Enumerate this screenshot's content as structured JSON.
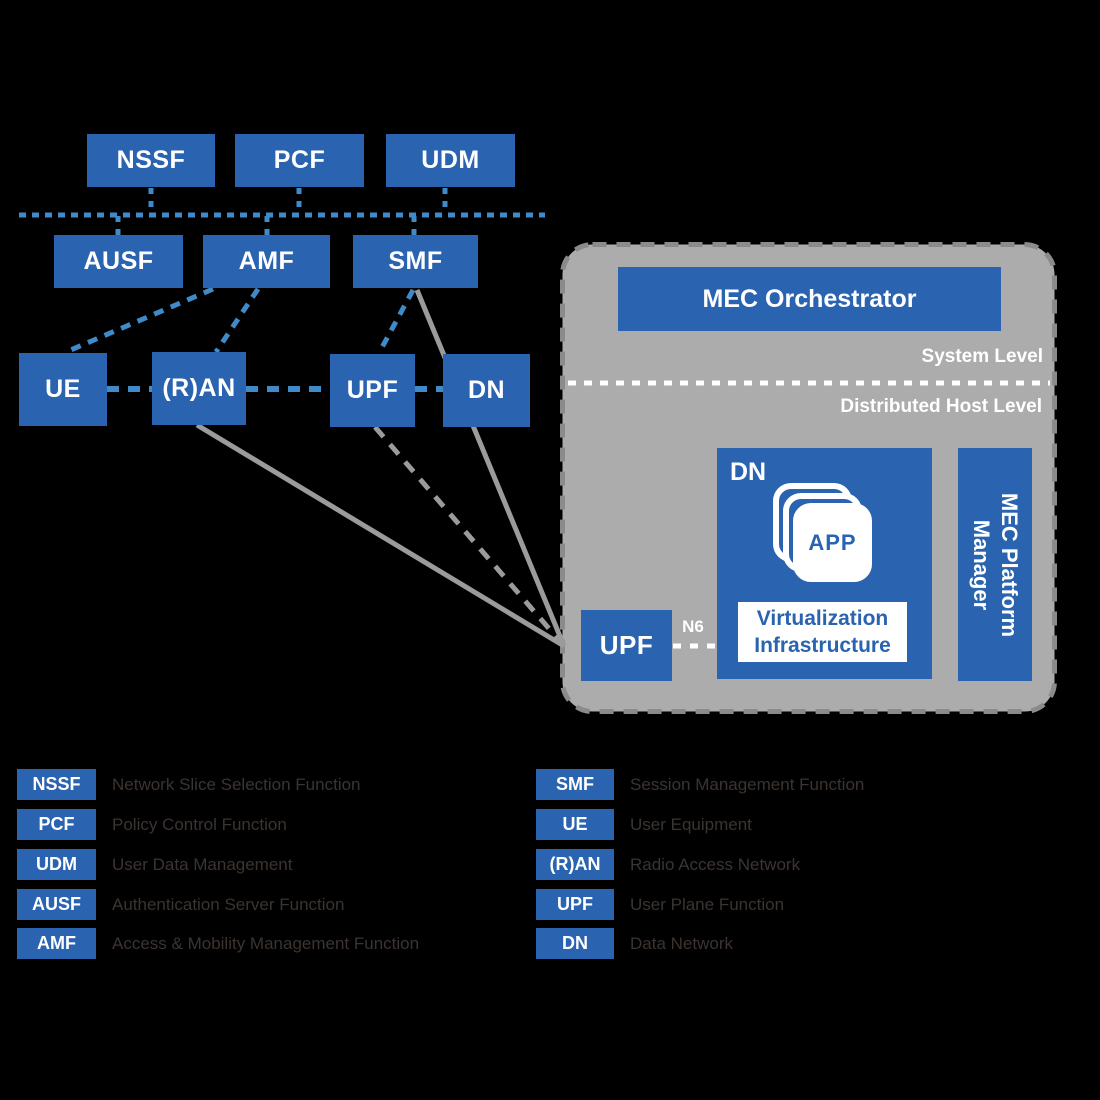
{
  "diagram": {
    "row1": [
      {
        "label": "NSSF"
      },
      {
        "label": "PCF"
      },
      {
        "label": "UDM"
      }
    ],
    "row2": [
      {
        "label": "AUSF"
      },
      {
        "label": "AMF"
      },
      {
        "label": "SMF"
      }
    ],
    "row3": [
      {
        "label": "UE"
      },
      {
        "label": "(R)AN"
      },
      {
        "label": "UPF"
      },
      {
        "label": "DN"
      }
    ]
  },
  "mec": {
    "orchestrator_label": "MEC Orchestrator",
    "system_level_label": "System Level",
    "host_level_label": "Distributed Host Level",
    "dn_label": "DN",
    "app_label": "APP",
    "virtualization_line1": "Virtualization",
    "virtualization_line2": "Infrastructure",
    "platform_manager_line1": "MEC Platform",
    "platform_manager_line2": "Manager",
    "upf_label": "UPF",
    "n6_label": "N6"
  },
  "legend": {
    "left": [
      {
        "abbr": "NSSF",
        "name": "Network Slice Selection Function"
      },
      {
        "abbr": "PCF",
        "name": "Policy Control Function"
      },
      {
        "abbr": "UDM",
        "name": "User Data Management"
      },
      {
        "abbr": "AUSF",
        "name": "Authentication Server Function"
      },
      {
        "abbr": "AMF",
        "name": "Access & Mobility Management Function"
      }
    ],
    "right": [
      {
        "abbr": "SMF",
        "name": "Session Management Function"
      },
      {
        "abbr": "UE",
        "name": "User Equipment"
      },
      {
        "abbr": "(R)AN",
        "name": "Radio Access Network"
      },
      {
        "abbr": "UPF",
        "name": "User Plane Function"
      },
      {
        "abbr": "DN",
        "name": "Data Network"
      }
    ]
  },
  "colors": {
    "box_blue": "#2A63AF",
    "line_blue": "#3F8AC9",
    "container_gray": "#ACACAC",
    "container_border": "#8B8B8B",
    "line_gray": "#9B9B9B",
    "white": "#FFFFFF",
    "legend_text": "#3B3430",
    "background": "#000000"
  }
}
